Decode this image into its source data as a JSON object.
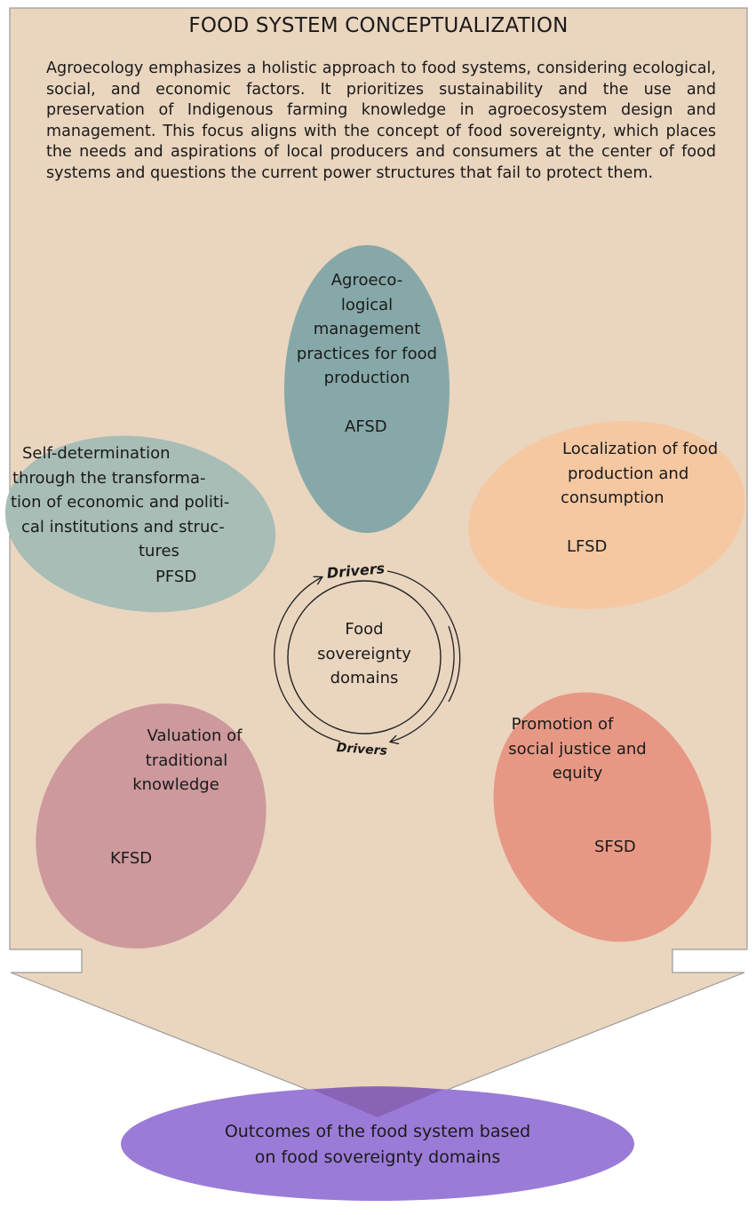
{
  "title": "FOOD SYSTEM CONCEPTUALIZATION",
  "intro": "Agroecology emphasizes a holistic approach to food systems, considering ecological, social, and economic factors. It prioritizes sustainability and the use and preservation of Indigenous farming knowledge in agroecosystem design and management. This focus aligns with the concept of food sovereignty, which places the needs and aspirations of local producers and consumers at the center of food systems and questions the current power structures that fail to protect them.",
  "center": {
    "label_lines": [
      "Food",
      "sovereignty",
      "domains"
    ],
    "driver_top": "Drivers",
    "driver_bottom": "Drivers"
  },
  "domains": {
    "afsd": {
      "lines": [
        "Agroeco-",
        "logical",
        "management",
        "practices for food",
        "production"
      ],
      "code": "AFSD",
      "color": "#87a8a8"
    },
    "pfsd": {
      "lines": [
        "Self-determination",
        "through the transforma-",
        "tion of economic and politi-",
        "cal institutions and struc-",
        "tures"
      ],
      "code": "PFSD",
      "color": "#a7bdb6"
    },
    "lfsd": {
      "lines": [
        "Localization of food",
        "production and",
        "consumption"
      ],
      "code": "LFSD",
      "color": "#f5c8a2"
    },
    "kfsd": {
      "lines": [
        "Valuation of",
        "traditional",
        "knowledge"
      ],
      "code": "KFSD",
      "color": "#cd999c"
    },
    "sfsd": {
      "lines": [
        "Promotion of",
        "social justice and",
        "equity"
      ],
      "code": "SFSD",
      "color": "#e79884"
    }
  },
  "outcome": {
    "lines": [
      "Outcomes of the food system based",
      "on food sovereignty domains"
    ],
    "color": "#9b7bd8"
  },
  "background_color": "#ead5bf"
}
